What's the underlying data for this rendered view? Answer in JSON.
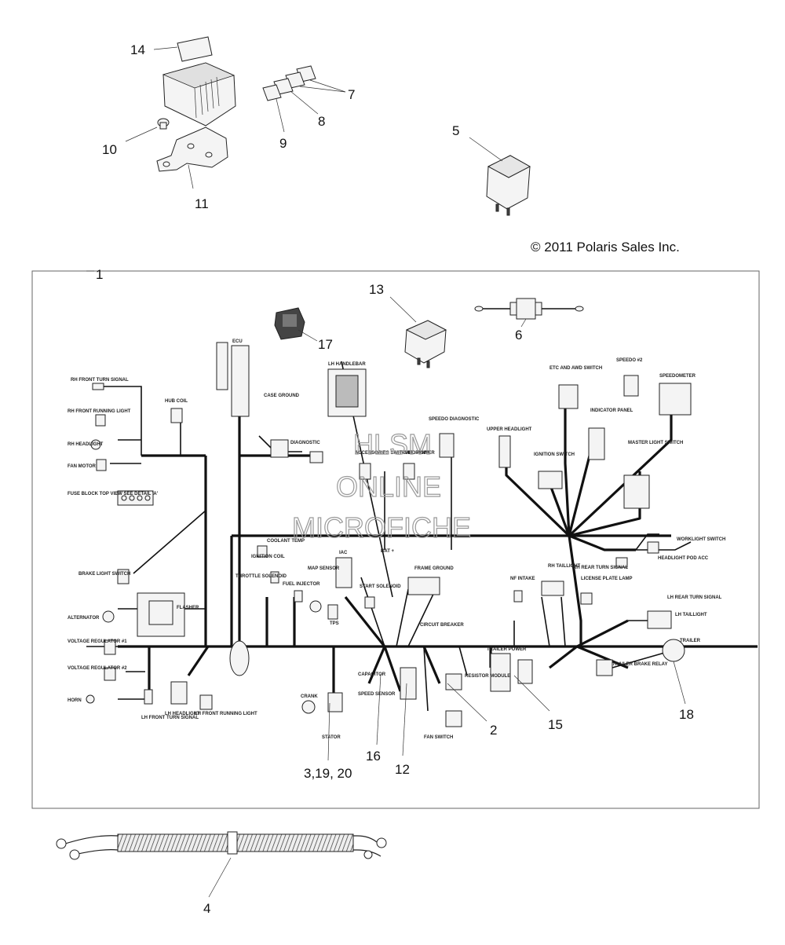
{
  "copyright": "© 2011 Polaris Sales Inc.",
  "watermark": {
    "line1": "HLSM",
    "line2": "ONLINE",
    "line3": "MICROFICHE"
  },
  "callouts": {
    "c1": "1",
    "c2": "2",
    "c3": "3,19, 20",
    "c4": "4",
    "c5": "5",
    "c6": "6",
    "c7": "7",
    "c8": "8",
    "c9": "9",
    "c10": "10",
    "c11": "11",
    "c12": "12",
    "c13": "13",
    "c14": "14",
    "c15": "15",
    "c16": "16",
    "c17": "17",
    "c18": "18"
  },
  "labels": {
    "rh_front_turn": "RH FRONT TURN SIGNAL",
    "hub_coil": "HUB COIL",
    "ecu": "ECU",
    "case_ground": "CASE GROUND",
    "rh_front_running": "RH FRONT RUNNING LIGHT",
    "rh_headlight": "RH HEADLIGHT",
    "fan_motor": "FAN MOTOR",
    "diagnostic": "DIAGNOSTIC",
    "fuse_block": "FUSE BLOCK TOP VIEW SEE DETAIL 'A'",
    "lh_handlebar": "LH HANDLEBAR",
    "speedo_diagnostic": "SPEEDO DIAGNOSTIC",
    "etc_switch": "ETC AND AWD SWITCH",
    "speedo_2": "SPEEDO #2",
    "speedometer": "SPEEDOMETER",
    "upper_headlight": "UPPER HEADLIGHT",
    "ignition_switch": "IGNITION SWITCH",
    "indicator_panel": "INDICATOR PANEL",
    "master_light_switch": "MASTER LIGHT SWITCH",
    "accessories": "ACCESSORIES SWITCHED POWER",
    "fuel_pump": "FUEL PUMP",
    "coolant_temp": "COOLANT TEMP",
    "brake_light_switch": "BRAKE LIGHT SWITCH",
    "ignition_coil": "IGNITION COIL",
    "throttle_solenoid": "THROTTLE SOLENOID",
    "map_sensor": "MAP SENSOR",
    "iac": "IAC",
    "tps": "TPS",
    "fuel_injector": "FUEL INJECTOR",
    "bat": "BAT +",
    "start_solenoid": "START SOLENOID",
    "frame_ground": "FRAME GROUND",
    "alternator": "ALTERNATOR",
    "flasher": "FLASHER",
    "voltage_reg_1": "VOLTAGE REGULATOR #1",
    "voltage_reg_2": "VOLTAGE REGULATOR #2",
    "horn": "HORN",
    "lh_front_turn": "LH FRONT TURN SIGNAL",
    "lh_headlight": "LH HEADLIGHT",
    "lh_front_running": "LH FRONT RUNNING LIGHT",
    "capacitor": "CAPACITOR",
    "speed_sensor": "SPEED SENSOR",
    "crank": "CRANK",
    "stator": "STATOR",
    "circuit_breaker": "CIRCUIT BREAKER",
    "resistor_module": "RESISTOR MODULE",
    "fan_switch": "FAN SWITCH",
    "trailer_power": "TRAILER POWER",
    "rh_taillight": "RH TAILLIGHT",
    "rh_rear_turn": "RH REAR TURN SIGNAL",
    "license_plate": "LICENSE PLATE LAMP",
    "nf_intake": "NF INTAKE",
    "worklight_switch": "WORKLIGHT SWITCH",
    "headlight_pod": "HEADLIGHT POD ACC",
    "lh_rear_turn": "LH REAR TURN SIGNAL",
    "lh_taillight": "LH TAILLIGHT",
    "trailer": "TRAILER",
    "trailer_brake_relay": "TRAILER BRAKE RELAY"
  }
}
